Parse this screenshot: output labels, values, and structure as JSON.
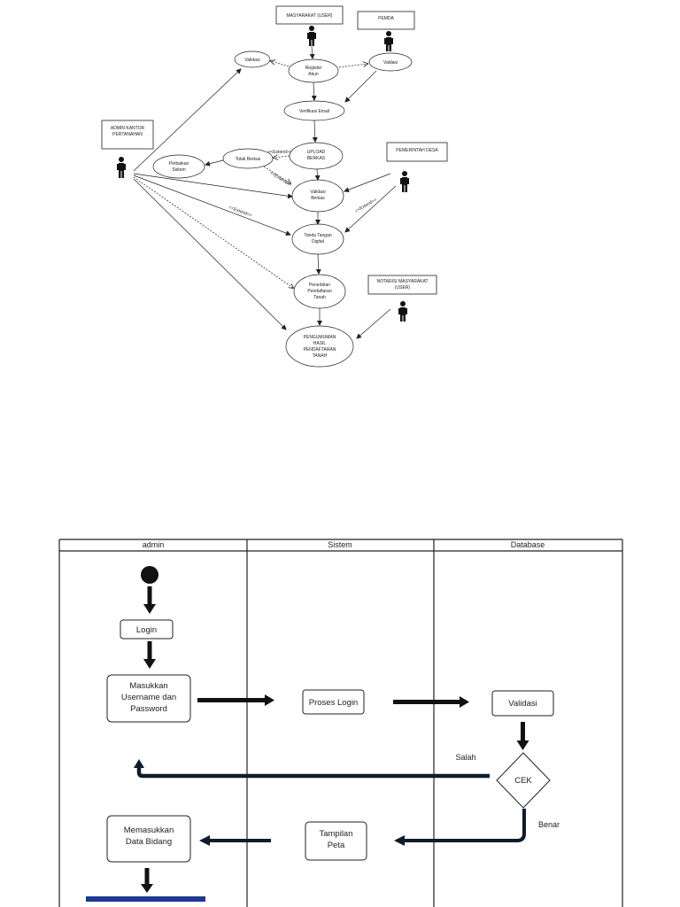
{
  "use_case": {
    "actors": {
      "masyarakat_user": "MASYARAKAT (USER)",
      "pemda": "PEMDA",
      "admin_line1": "ADMIN KANTOR",
      "admin_line2": "PERTANAHAN",
      "pemerintah_desa": "PEMERINTAH DESA",
      "notaris_line1": "NOTARIS/ MASYARAKAT",
      "notaris_line2": "(USER)"
    },
    "use_cases": {
      "validasi": "Validasi",
      "register_line1": "Register",
      "register_line2": "Akun",
      "valdasi": "Valdasi",
      "verifikasi_email": "Verifikasi Email",
      "upload_line1": "UPLOAD",
      "upload_line2": "BERKAS",
      "tolak_berkas": "Tolak Berkas",
      "perbaikan_line1": "Perbaikan",
      "perbaikan_line2": "Sistem",
      "validasi_berkas_line1": "Validasi",
      "validasi_berkas_line2": "Berkas",
      "ttd_line1": "Tanda Tangan",
      "ttd_line2": "Digital",
      "penerbitan_line1": "Penerbitan",
      "penerbitan_line2": "Pendaftaran",
      "penerbitan_line3": "Tanah",
      "pengumuman_line1": "PENGUMUMAN",
      "pengumuman_line2": "HASIL",
      "pengumuman_line3": "PENDAFTARAN",
      "pengumuman_line4": "TANAH"
    },
    "relations": {
      "extend_small": "<<Extend>>",
      "extend_tolak": "<<Extend>>",
      "extend_admin": "<<Extend>>",
      "extend_desa": "<<Extend>>"
    }
  },
  "activity": {
    "lanes": {
      "admin": "admin",
      "sistem": "Sistem",
      "database": "Database"
    },
    "nodes": {
      "login": "Login",
      "masukkan_line1": "Masukkan",
      "masukkan_line2": "Username dan",
      "masukkan_line3": "Password",
      "proses_login": "Proses Login",
      "validasi": "Validasi",
      "cek": "CEK",
      "memasukkan_line1": "Memasukkan",
      "memasukkan_line2": "Data Bidang",
      "tampilan_line1": "Tampilan",
      "tampilan_line2": "Peta"
    },
    "guards": {
      "salah": "Salah",
      "benar": "Benar"
    },
    "colors": {
      "flow_arrow": "#0d1b2a",
      "sync_bar": "#1f3a93"
    }
  }
}
